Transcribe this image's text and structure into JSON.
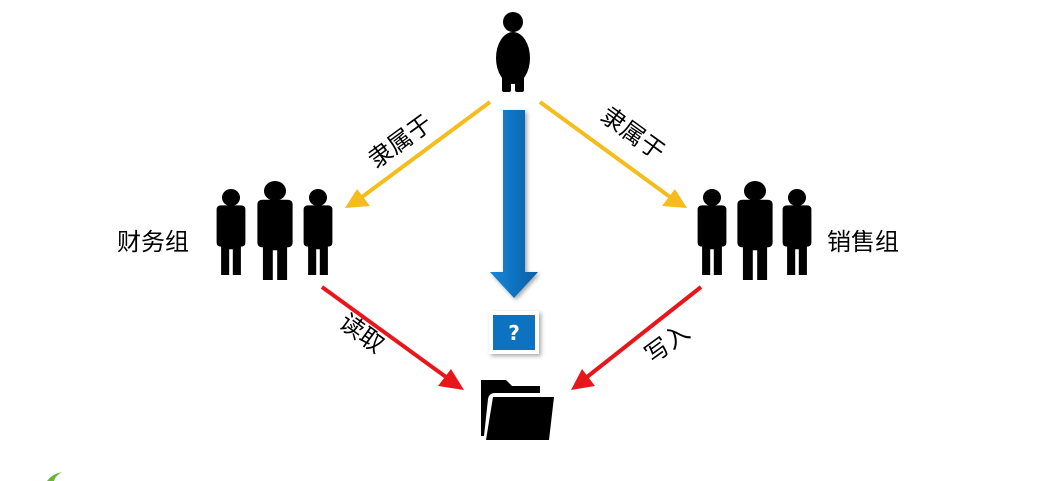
{
  "nodes": {
    "user": {
      "icon": "person-icon"
    },
    "finance_group": {
      "label": "财务组",
      "icon": "group-icon"
    },
    "sales_group": {
      "label": "销售组",
      "icon": "group-icon"
    },
    "folder": {
      "icon": "folder-icon"
    }
  },
  "edges": {
    "user_to_finance": {
      "label": "隶属于",
      "color": "#F5BC1C"
    },
    "user_to_sales": {
      "label": "隶属于",
      "color": "#F5BC1C"
    },
    "finance_to_folder": {
      "label": "读取",
      "color": "#E8161B"
    },
    "sales_to_folder": {
      "label": "写入",
      "color": "#E8161B"
    },
    "user_to_folder": {
      "label": "?",
      "color": "#0F72C0",
      "badge_color": "#0F72C0"
    }
  }
}
